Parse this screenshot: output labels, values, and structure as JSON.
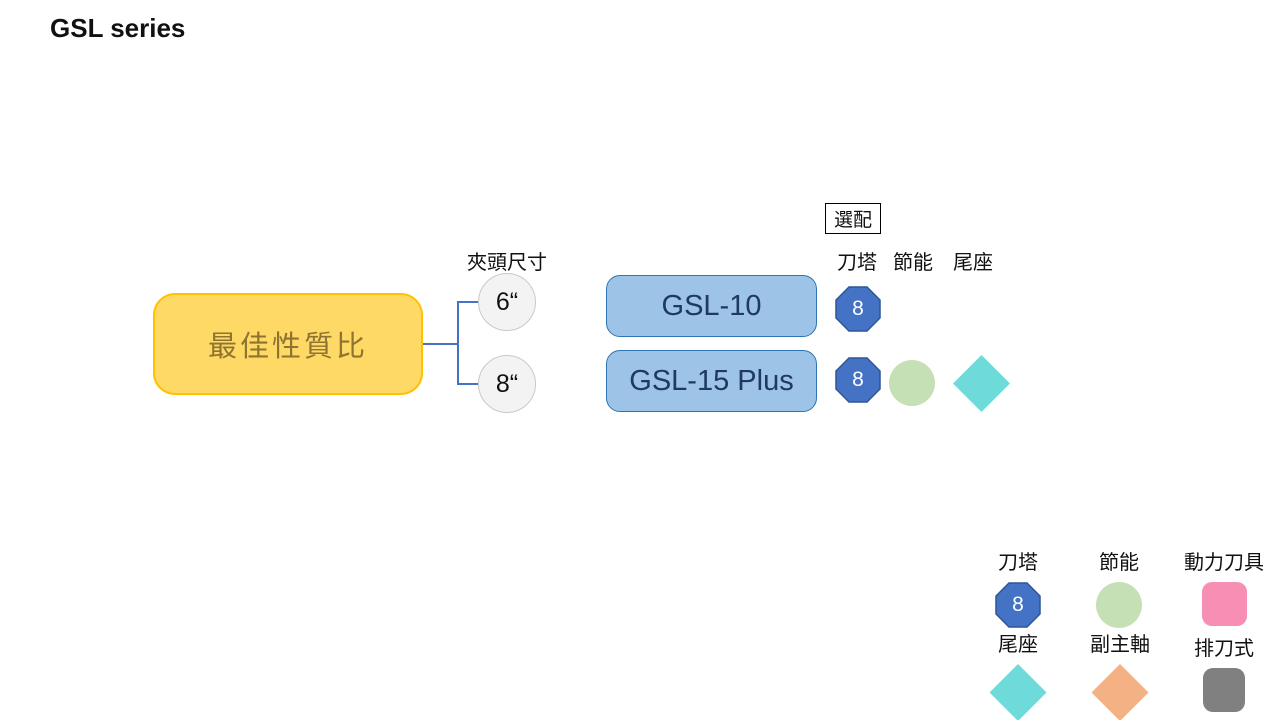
{
  "title": "GSL series",
  "feature_box": {
    "label": "最佳性質比"
  },
  "chuck": {
    "header": "夾頭尺寸",
    "sizes": [
      "6“",
      "8“"
    ]
  },
  "options_header": {
    "optional_label": "選配",
    "columns": [
      "刀塔",
      "節能",
      "尾座"
    ]
  },
  "models": [
    {
      "name": "GSL-10",
      "turret_stations": "8",
      "eco": false,
      "tailstock": false
    },
    {
      "name": "GSL-15 Plus",
      "turret_stations": "8",
      "eco": true,
      "tailstock": true
    }
  ],
  "legend": {
    "items": [
      {
        "label": "刀塔",
        "shape": "octagon",
        "value": "8"
      },
      {
        "label": "節能",
        "shape": "circle"
      },
      {
        "label": "動力刀具",
        "shape": "rounded-square"
      },
      {
        "label": "尾座",
        "shape": "diamond"
      },
      {
        "label": "副主軸",
        "shape": "diamond"
      },
      {
        "label": "排刀式",
        "shape": "rounded-square"
      }
    ]
  },
  "colors": {
    "feature_fill": "#FFD966",
    "feature_border": "#FFC000",
    "feature_text": "#8E7430",
    "model_fill": "#9DC3E6",
    "model_border": "#2E75B6",
    "model_text": "#1F3864",
    "connector": "#4472C4",
    "octagon_fill": "#4472C4",
    "octagon_border": "#2F5597",
    "eco_green": "#C5E0B4",
    "tailstock_cyan": "#6EDBDA",
    "subspindle_orange": "#F4B183",
    "livetool_pink": "#F78FB5",
    "gangtype_gray": "#808080",
    "size_circle_fill": "#F3F3F3",
    "size_circle_border": "#C9C9C9"
  }
}
